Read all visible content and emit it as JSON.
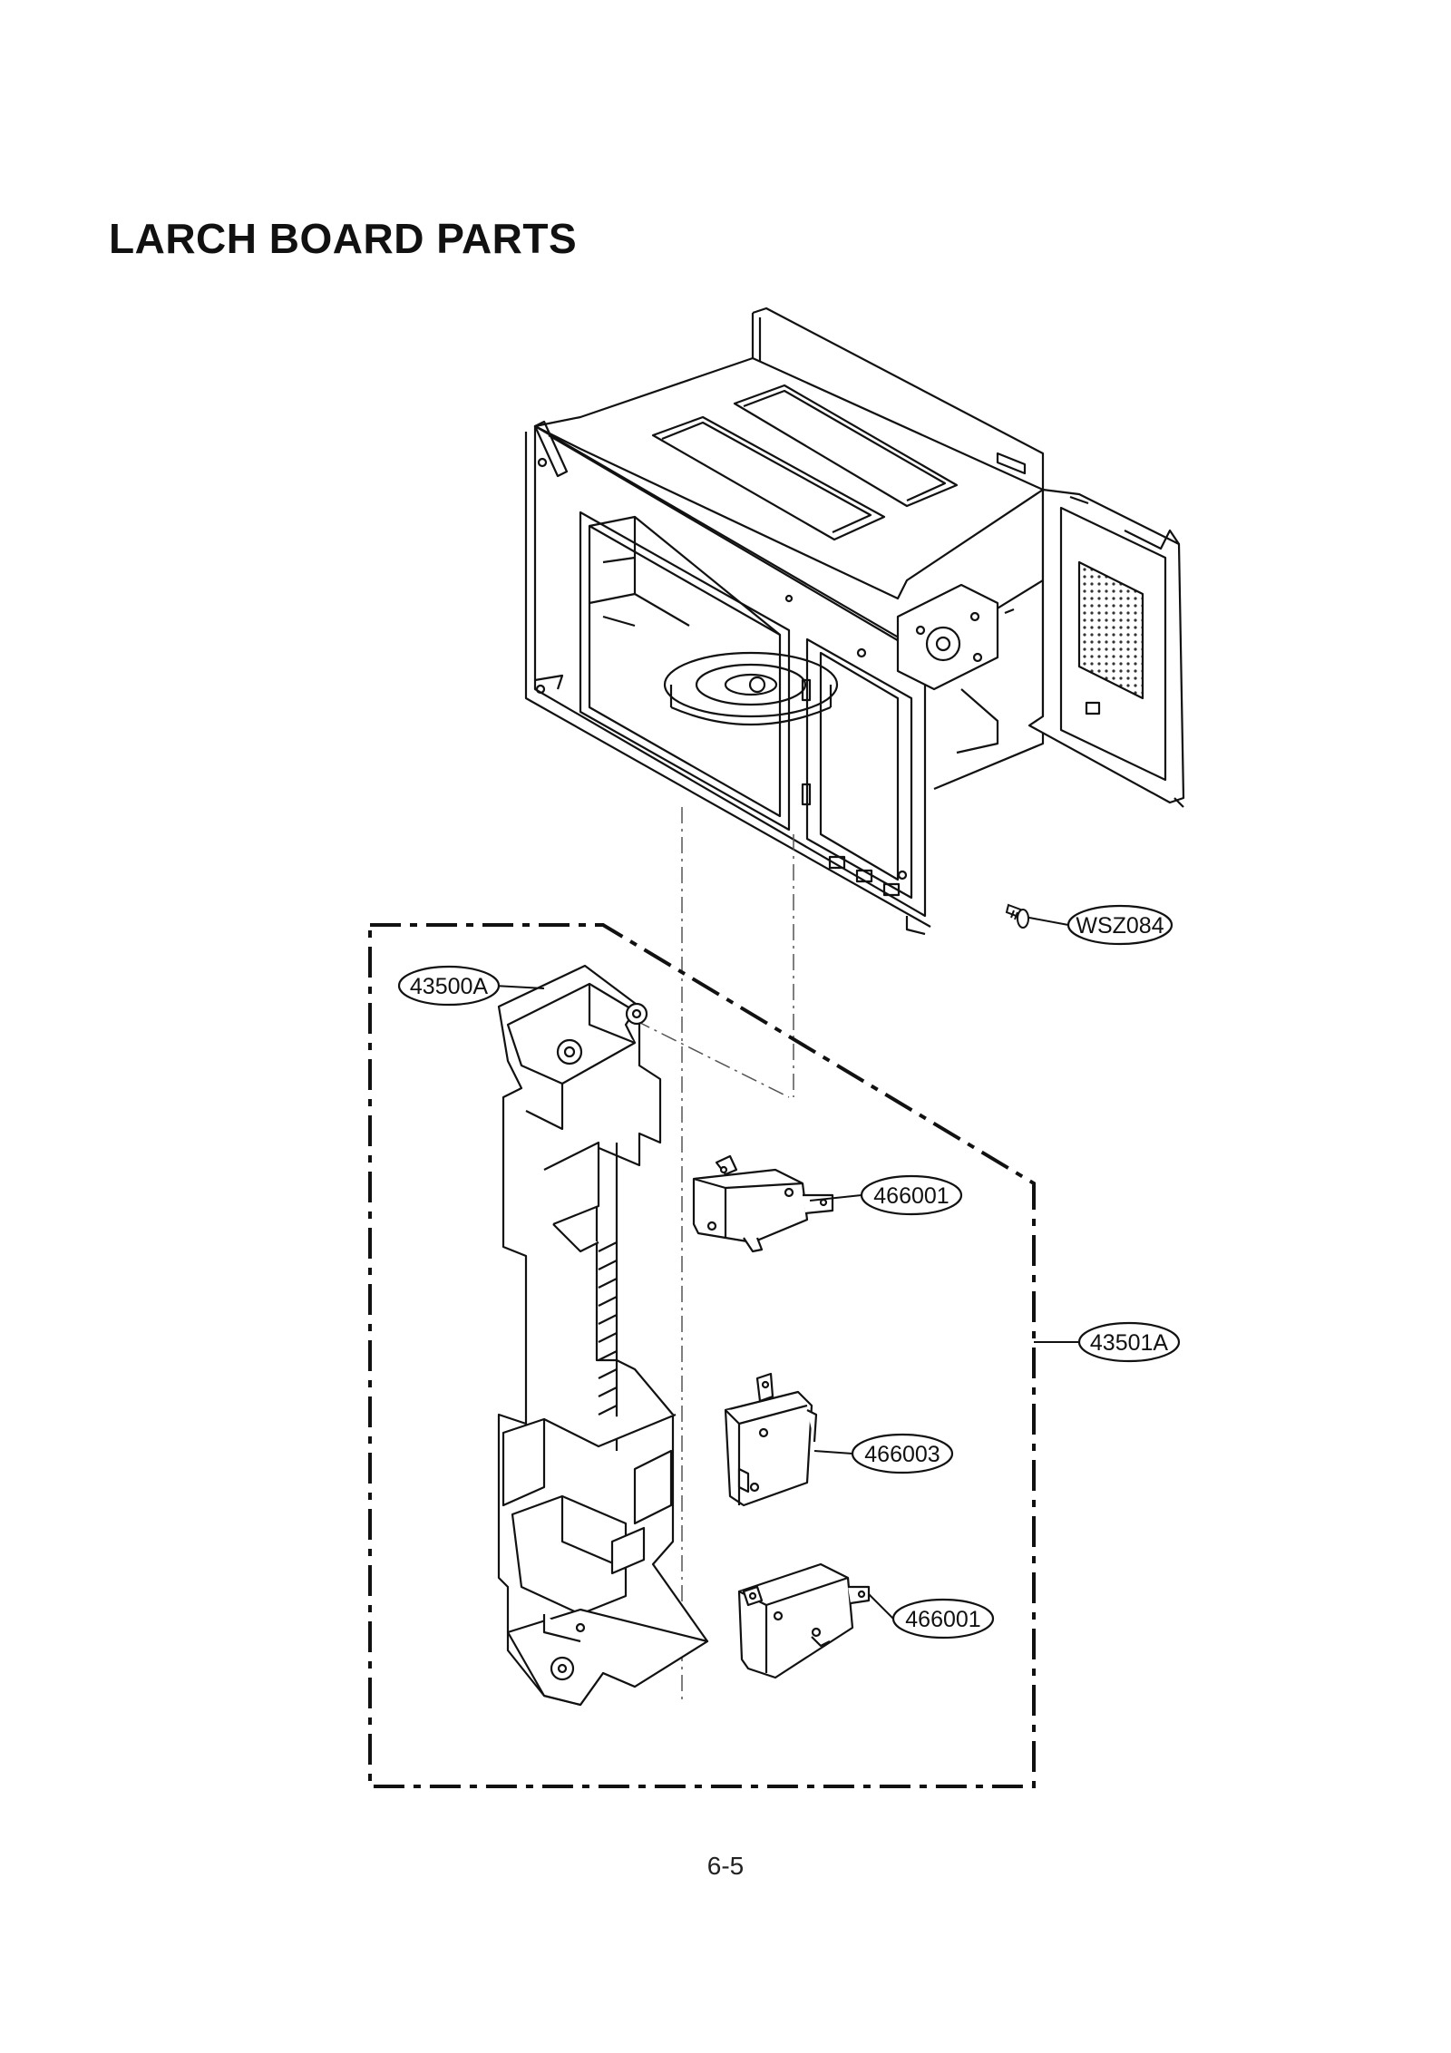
{
  "page": {
    "title": "LARCH BOARD PARTS",
    "page_number": "6-5"
  },
  "callouts": [
    {
      "id": "wsz084",
      "label": "WSZ084"
    },
    {
      "id": "43500a",
      "label": "43500A"
    },
    {
      "id": "466001-top",
      "label": "466001"
    },
    {
      "id": "43501a",
      "label": "43501A"
    },
    {
      "id": "466003",
      "label": "466003"
    },
    {
      "id": "466001-bottom",
      "label": "466001"
    }
  ]
}
